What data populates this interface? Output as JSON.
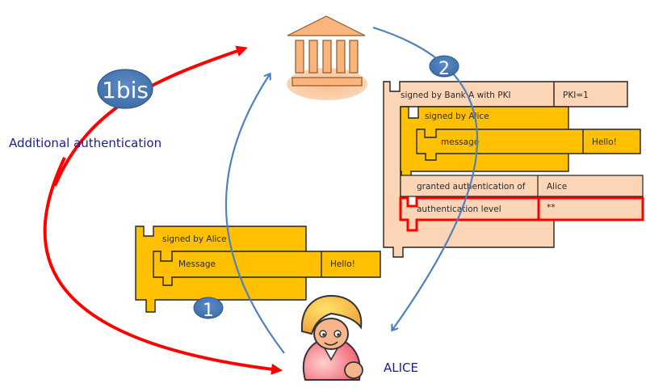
{
  "actors": {
    "bank": {
      "name": "bank-icon"
    },
    "alice": {
      "name": "person-icon",
      "label": "ALICE"
    }
  },
  "annotations": {
    "additional_auth": "Additional authentication"
  },
  "steps": [
    {
      "id": "1",
      "label": "1"
    },
    {
      "id": "2",
      "label": "2"
    },
    {
      "id": "1bis",
      "label": "1bis"
    }
  ],
  "request_block": {
    "outer_label": "signed by Alice",
    "inner_label": "Message",
    "inner_value": "Hello!"
  },
  "response_block": {
    "outer_label": "signed by Bank A with PKI",
    "outer_value": "PKI=1",
    "signed_label": "signed by Alice",
    "message_label": "message",
    "message_value": "Hello!",
    "granted_label": "granted authentication of",
    "granted_value": "Alice",
    "level_label": "authentication level",
    "level_value": "**"
  },
  "colors": {
    "arrow_blue": "#4f81bd",
    "arrow_red": "#ff0000",
    "block_yellow": "#ffc000",
    "block_peach": "#fbd5b5",
    "badge_blue": "#4f7fbf",
    "highlight_red": "#ff0000",
    "text_navy": "#1a1f8c"
  }
}
